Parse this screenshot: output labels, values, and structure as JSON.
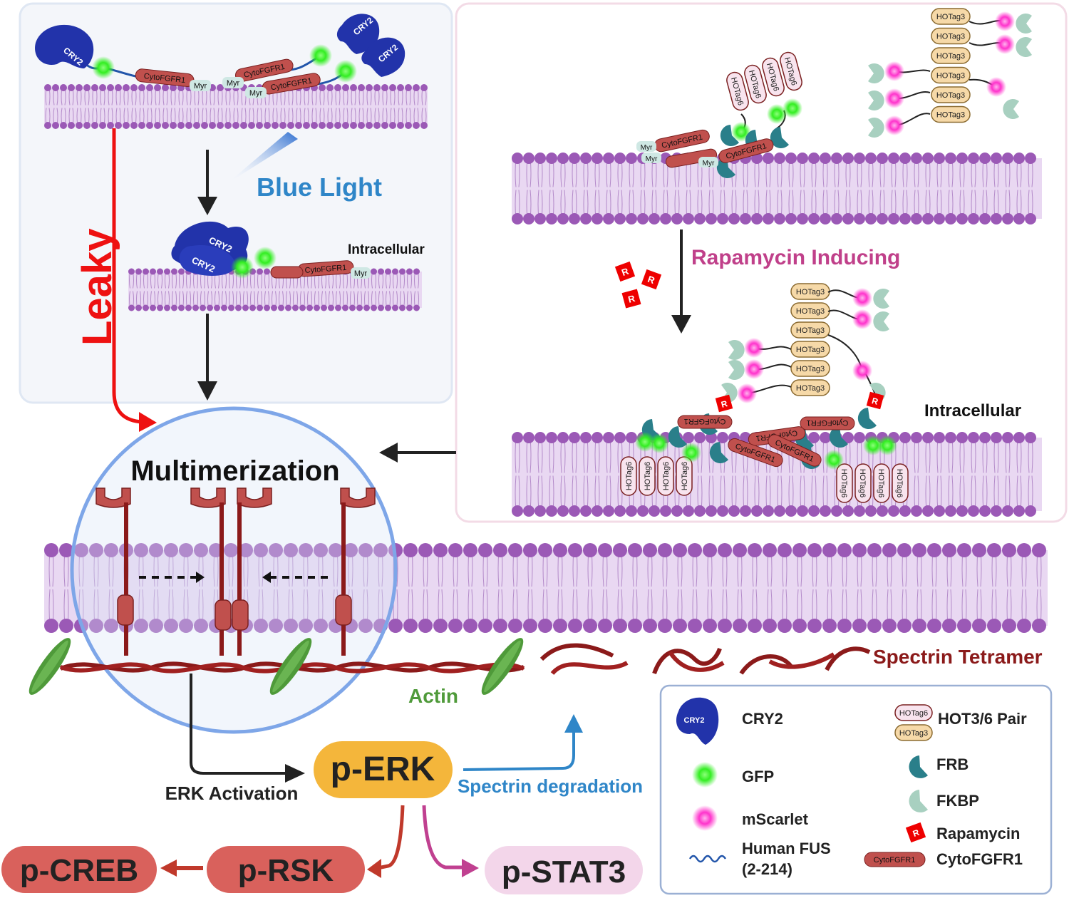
{
  "panels": {
    "cry2": {
      "blue_light": "Blue Light",
      "leaky": "Leaky",
      "intracellular": "Intracellular",
      "cry2_label": "CRY2",
      "fgfr_label": "CytoFGFR1",
      "myr_label": "Myr"
    },
    "hotag": {
      "rapamycin_inducing": "Rapamycin Inducing",
      "intracellular": "Intracellular",
      "hotag3_label": "HOTag3",
      "hotag6_label": "HOTag6",
      "fgfr_label": "CytoFGFR1",
      "myr_label": "Myr",
      "rapamycin_label": "R"
    }
  },
  "main": {
    "multimerization": "Multimerization",
    "actin": "Actin",
    "spectrin": "Spectrin Tetramer"
  },
  "pathway": {
    "erk_activation": "ERK Activation",
    "p_erk": "p-ERK",
    "spectrin_degradation": "Spectrin degradation",
    "p_creb": "p-CREB",
    "p_rsk": "p-RSK",
    "p_stat3": "p-STAT3"
  },
  "legend": {
    "cry2": "CRY2",
    "gfp": "GFP",
    "mscarlet": "mScarlet",
    "fus_line1": "Human FUS",
    "fus_line2": "(2-214)",
    "hot_pair": "HOT3/6 Pair",
    "frb": "FRB",
    "fkbp": "FKBP",
    "rapamycin": "Rapamycin",
    "cytofgfr1": "CytoFGFR1",
    "icon_cry2": "CRY2",
    "icon_hotag6": "HOTag6",
    "icon_hotag3": "HOTag3",
    "icon_fgfr": "CytoFGFR1",
    "icon_r": "R"
  },
  "colors": {
    "membrane": "#9b59b6",
    "cry2": "#2233aa",
    "gfp": "#33ee22",
    "mscarlet": "#ff33cc",
    "fgfr": "#c0504d",
    "frb": "#2a7f8a",
    "fkbp": "#a8d0c0",
    "leaky": "#ee1111",
    "blue_light": "#2f86c8",
    "rapamycin_text": "#c0408a",
    "perk": "#f4b63b",
    "actin": "#4f9a3a",
    "spectrin": "#8b1a1a"
  }
}
